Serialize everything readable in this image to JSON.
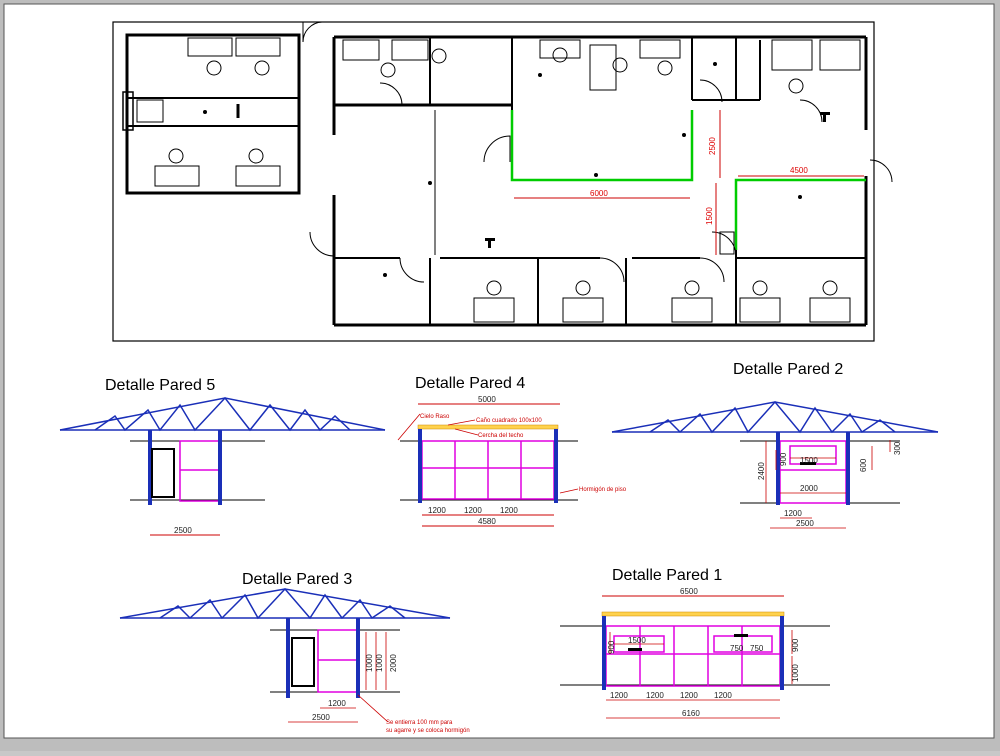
{
  "colors": {
    "wall": "#000000",
    "truss": "#1a2fb8",
    "panel": "#e000e0",
    "dimension": "#cc0000",
    "highlight": "#00cc00",
    "paper": "#ffffff",
    "frame": "#bdbdbd"
  },
  "plan": {
    "dims": {
      "d6000": "6000",
      "d2500": "2500",
      "d4500": "4500",
      "d1500": "1500"
    }
  },
  "details": {
    "pared5": {
      "title": "Detalle Pared 5",
      "dim_base": "2500"
    },
    "pared4": {
      "title": "Detalle Pared 4",
      "dim_top": "5000",
      "dims_mid": [
        "1200",
        "1200",
        "1200"
      ],
      "dim_total": "4580",
      "note_ceiling": "Cielo Raso",
      "note_pipe": "Caño cuadrado 100x100",
      "note_roof": "Cercha del techo",
      "note_floor": "Hormigón de piso"
    },
    "pared2": {
      "title": "Detalle Pared 2",
      "dim_height": "2400",
      "dim_900": "900",
      "dim_1500": "1500",
      "dim_600": "600",
      "dim_300": "300",
      "dim_2000": "2000",
      "dim_1200": "1200",
      "dim_2500": "2500"
    },
    "pared3": {
      "title": "Detalle Pared 3",
      "dim_1200": "1200",
      "dim_2500": "2500",
      "dims_side": [
        "1000",
        "1000",
        "2000"
      ],
      "note_line1": "Se entierra 100 mm para",
      "note_line2": "su agarre y se coloca hormigón"
    },
    "pared1": {
      "title": "Detalle Pared 1",
      "dim_top": "6500",
      "dim_1500": "1500",
      "dim_750a": "750",
      "dim_750b": "750",
      "dim_left": "900",
      "dims_side": [
        "900",
        "1000"
      ],
      "dims_mid": [
        "1200",
        "1200",
        "1200",
        "1200"
      ],
      "dim_total": "6160"
    }
  }
}
